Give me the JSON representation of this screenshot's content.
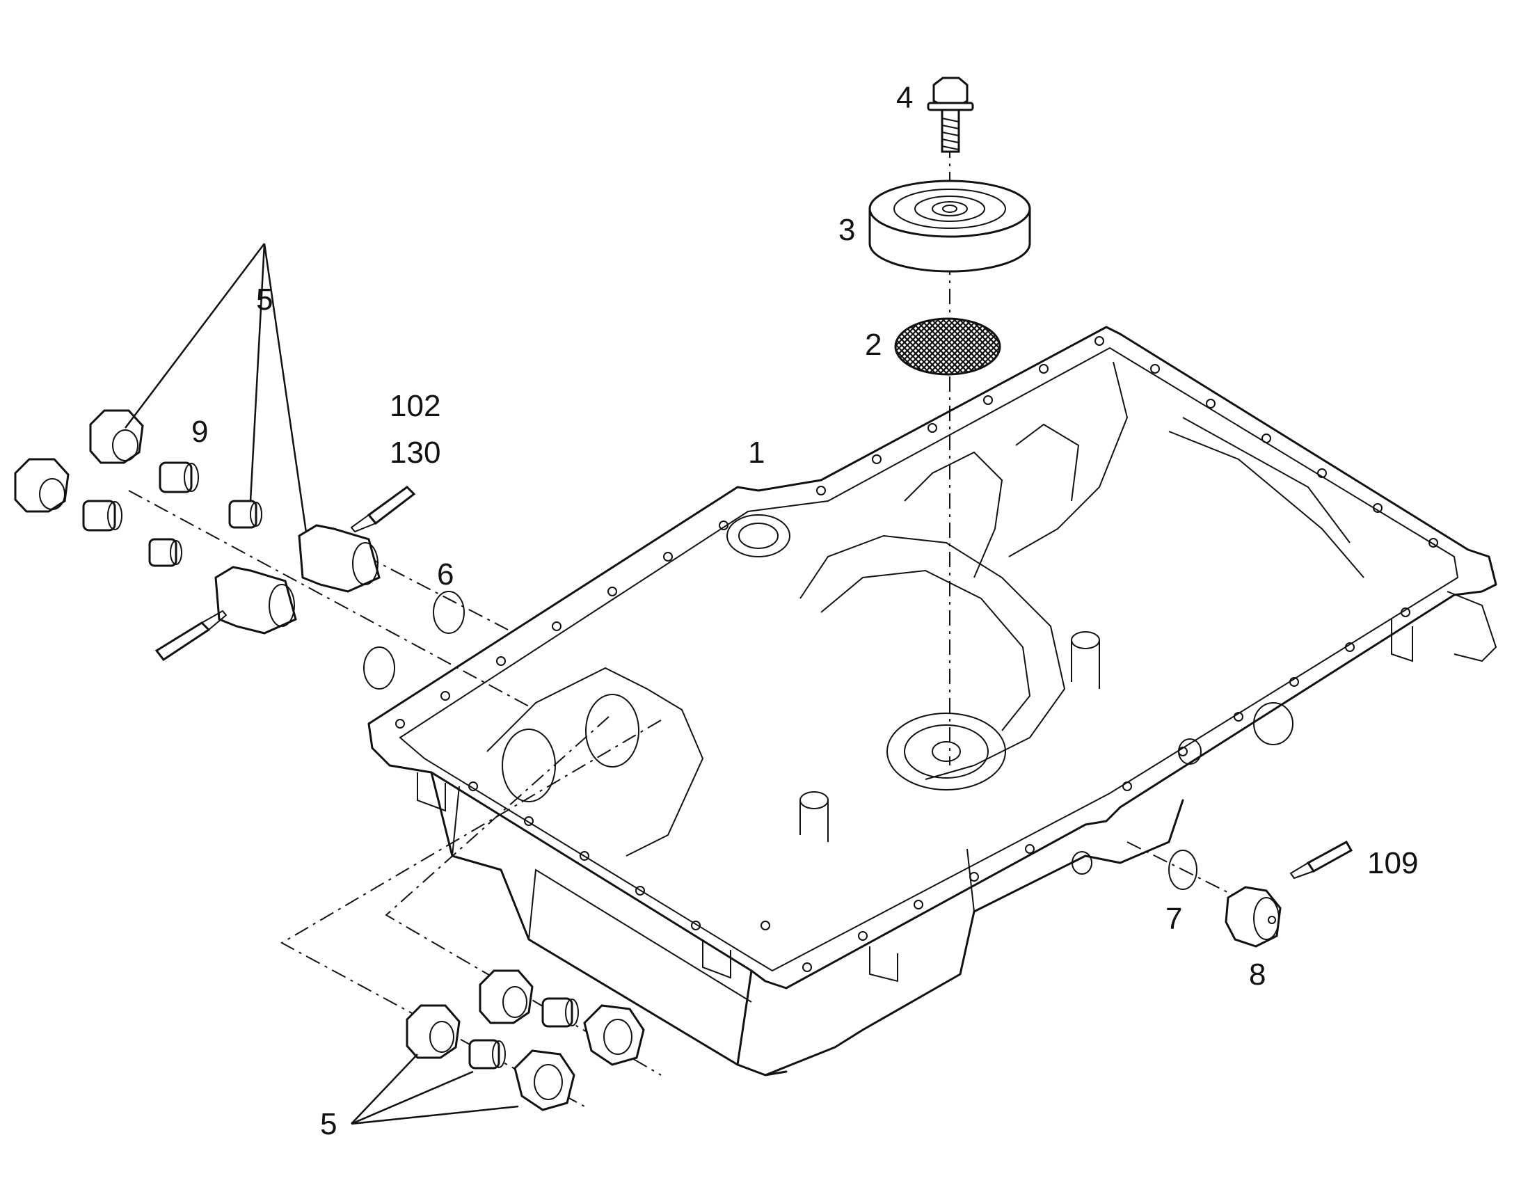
{
  "callouts": {
    "oil_pan": "1",
    "strainer_screen": "2",
    "cover": "3",
    "bolt": "4",
    "fitting_top": "5",
    "fitting_bottom": "5",
    "ring_left": "6",
    "ring_right": "7",
    "drain_plug": "8",
    "adapter": "9",
    "sealant_a": "102",
    "sealant_b": "130",
    "sealant_c": "109"
  }
}
